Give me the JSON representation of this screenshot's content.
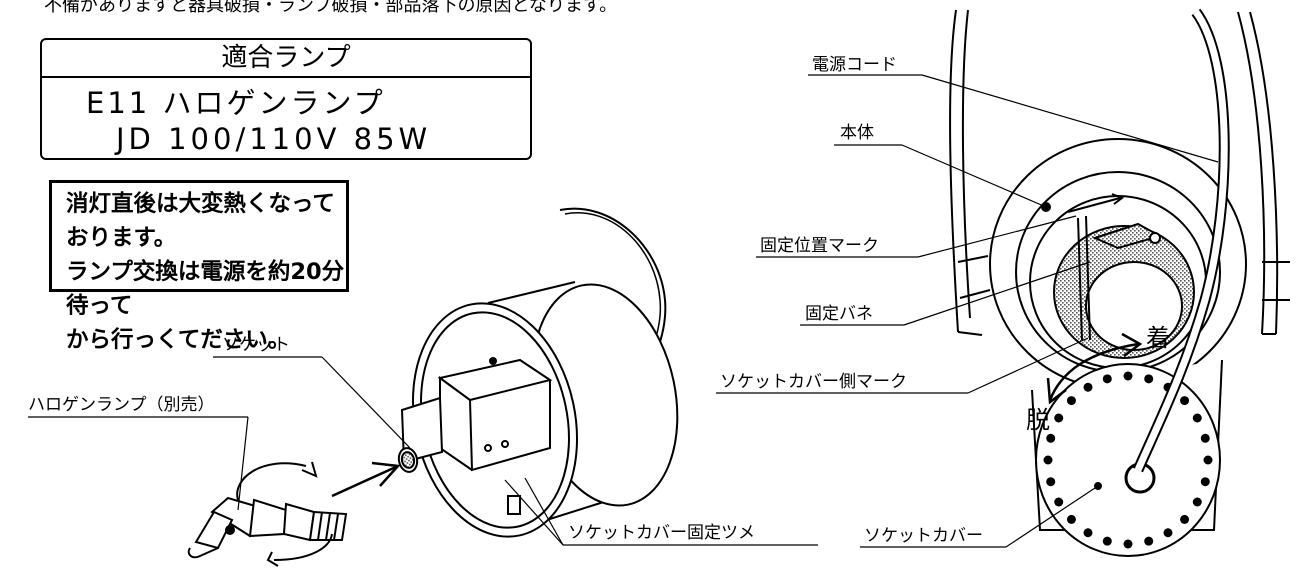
{
  "top_note": "不備がありますと器具破損・ランプ破損・部品落下の原因となります。",
  "lamp_box": {
    "title": "適合ランプ",
    "line1": "E11 ハロゲンランプ",
    "line2": "JD 100/110V 85W"
  },
  "warning": {
    "line1": "消灯直後は大変熱くなっております。",
    "line2": "ランプ交換は電源を約20分待って",
    "line3": "から行っくてださい。"
  },
  "labels": {
    "socket": "ソケット",
    "halogen_lamp": "ハロゲンランプ（別売）",
    "socket_cover_claw": "ソケットカバー固定ツメ",
    "power_cord": "電源コード",
    "body": "本体",
    "fixed_position_mark": "固定位置マーク",
    "fixed_spring": "固定バネ",
    "socket_cover_side_mark": "ソケットカバー側マーク",
    "socket_cover": "ソケットカバー",
    "attach": "着",
    "detach": "脱"
  }
}
